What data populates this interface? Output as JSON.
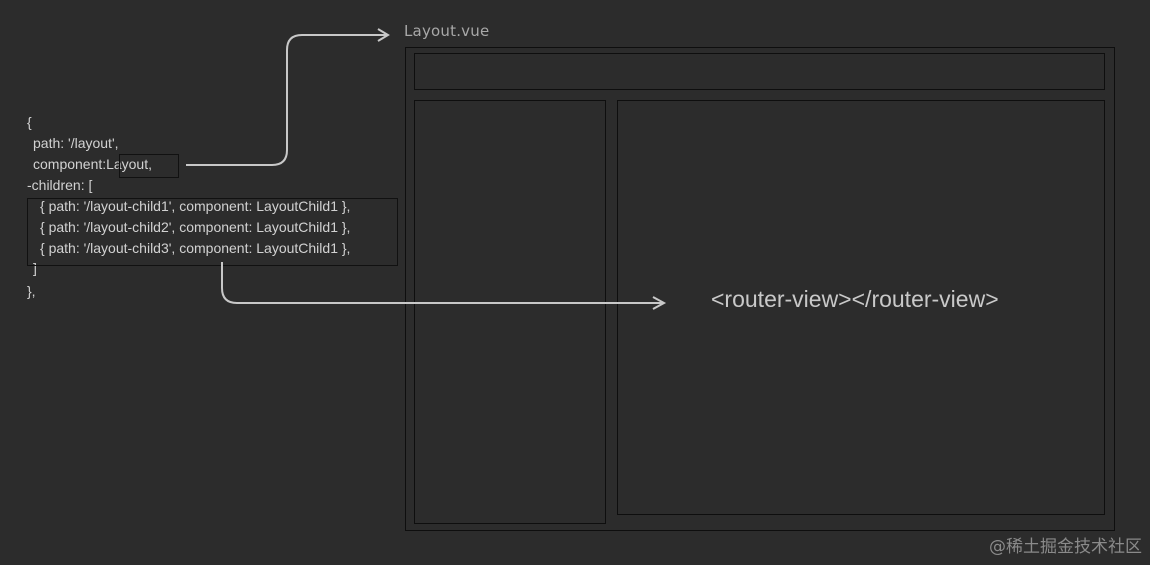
{
  "code": {
    "open_brace": "{",
    "path_line": "path: '/layout',",
    "component_key": "component: ",
    "component_value": "Layout,",
    "children_line": "-children: [",
    "child_lines": [
      "{ path: '/layout-child1', component: LayoutChild1 },",
      "{ path: '/layout-child2', component: LayoutChild1 },",
      "{ path: '/layout-child3', component: LayoutChild1 },"
    ],
    "close_bracket": "]",
    "close_brace": "},"
  },
  "diagram": {
    "file_label": "Layout.vue",
    "router_view_text": "<router-view></router-view>"
  },
  "watermark": "@稀土掘金技术社区",
  "colors": {
    "background": "#2c2c2c",
    "text": "#d2d2d2",
    "arrow": "#c8c8c8",
    "frame": "#0e0e0e"
  }
}
